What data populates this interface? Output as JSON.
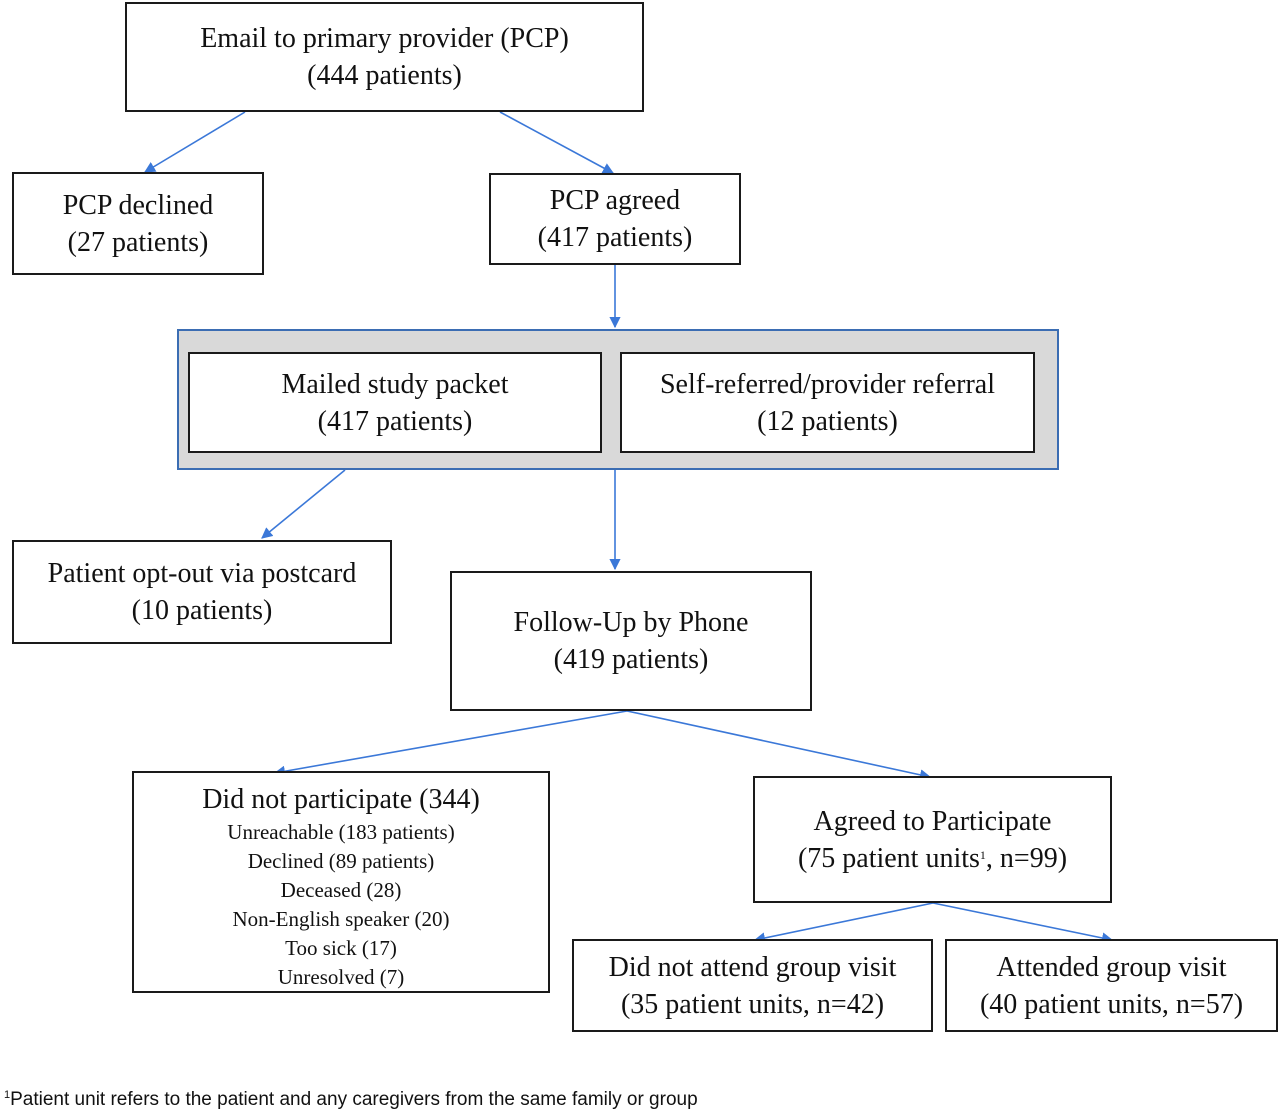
{
  "email_box": {
    "line1": "Email to primary provider (PCP)",
    "line2": "(444 patients)"
  },
  "pcp_declined": {
    "line1": "PCP declined",
    "line2": "(27 patients)"
  },
  "pcp_agreed": {
    "line1": "PCP agreed",
    "line2": "(417 patients)"
  },
  "mailed_packet": {
    "line1": "Mailed study packet",
    "line2": "(417 patients)"
  },
  "self_referred": {
    "line1": "Self-referred/provider referral",
    "line2": "(12 patients)"
  },
  "opt_out": {
    "line1": "Patient opt-out via postcard",
    "line2": "(10 patients)"
  },
  "follow_up": {
    "line1": "Follow-Up by Phone",
    "line2": "(419 patients)"
  },
  "did_not_participate": {
    "title": "Did not participate (344)",
    "items": [
      "Unreachable (183 patients)",
      "Declined (89 patients)",
      "Deceased (28)",
      "Non-English speaker (20)",
      "Too sick (17)",
      "Unresolved (7)"
    ]
  },
  "agreed": {
    "line1": "Agreed to Participate",
    "line2_pre": "(75 patient units",
    "line2_sup": "1",
    "line2_post": ", n=99)"
  },
  "did_not_attend": {
    "line1": "Did not attend group visit",
    "line2": "(35 patient units, n=42)"
  },
  "attended": {
    "line1": "Attended group visit",
    "line2": "(40 patient units, n=57)"
  },
  "footnote": {
    "marker": "1",
    "text": "Patient unit refers to the patient and any caregivers from the same family or group"
  },
  "colors": {
    "arrow": "#3b78d8",
    "group_border": "#3b6db3",
    "group_fill": "#d9d9d9"
  }
}
